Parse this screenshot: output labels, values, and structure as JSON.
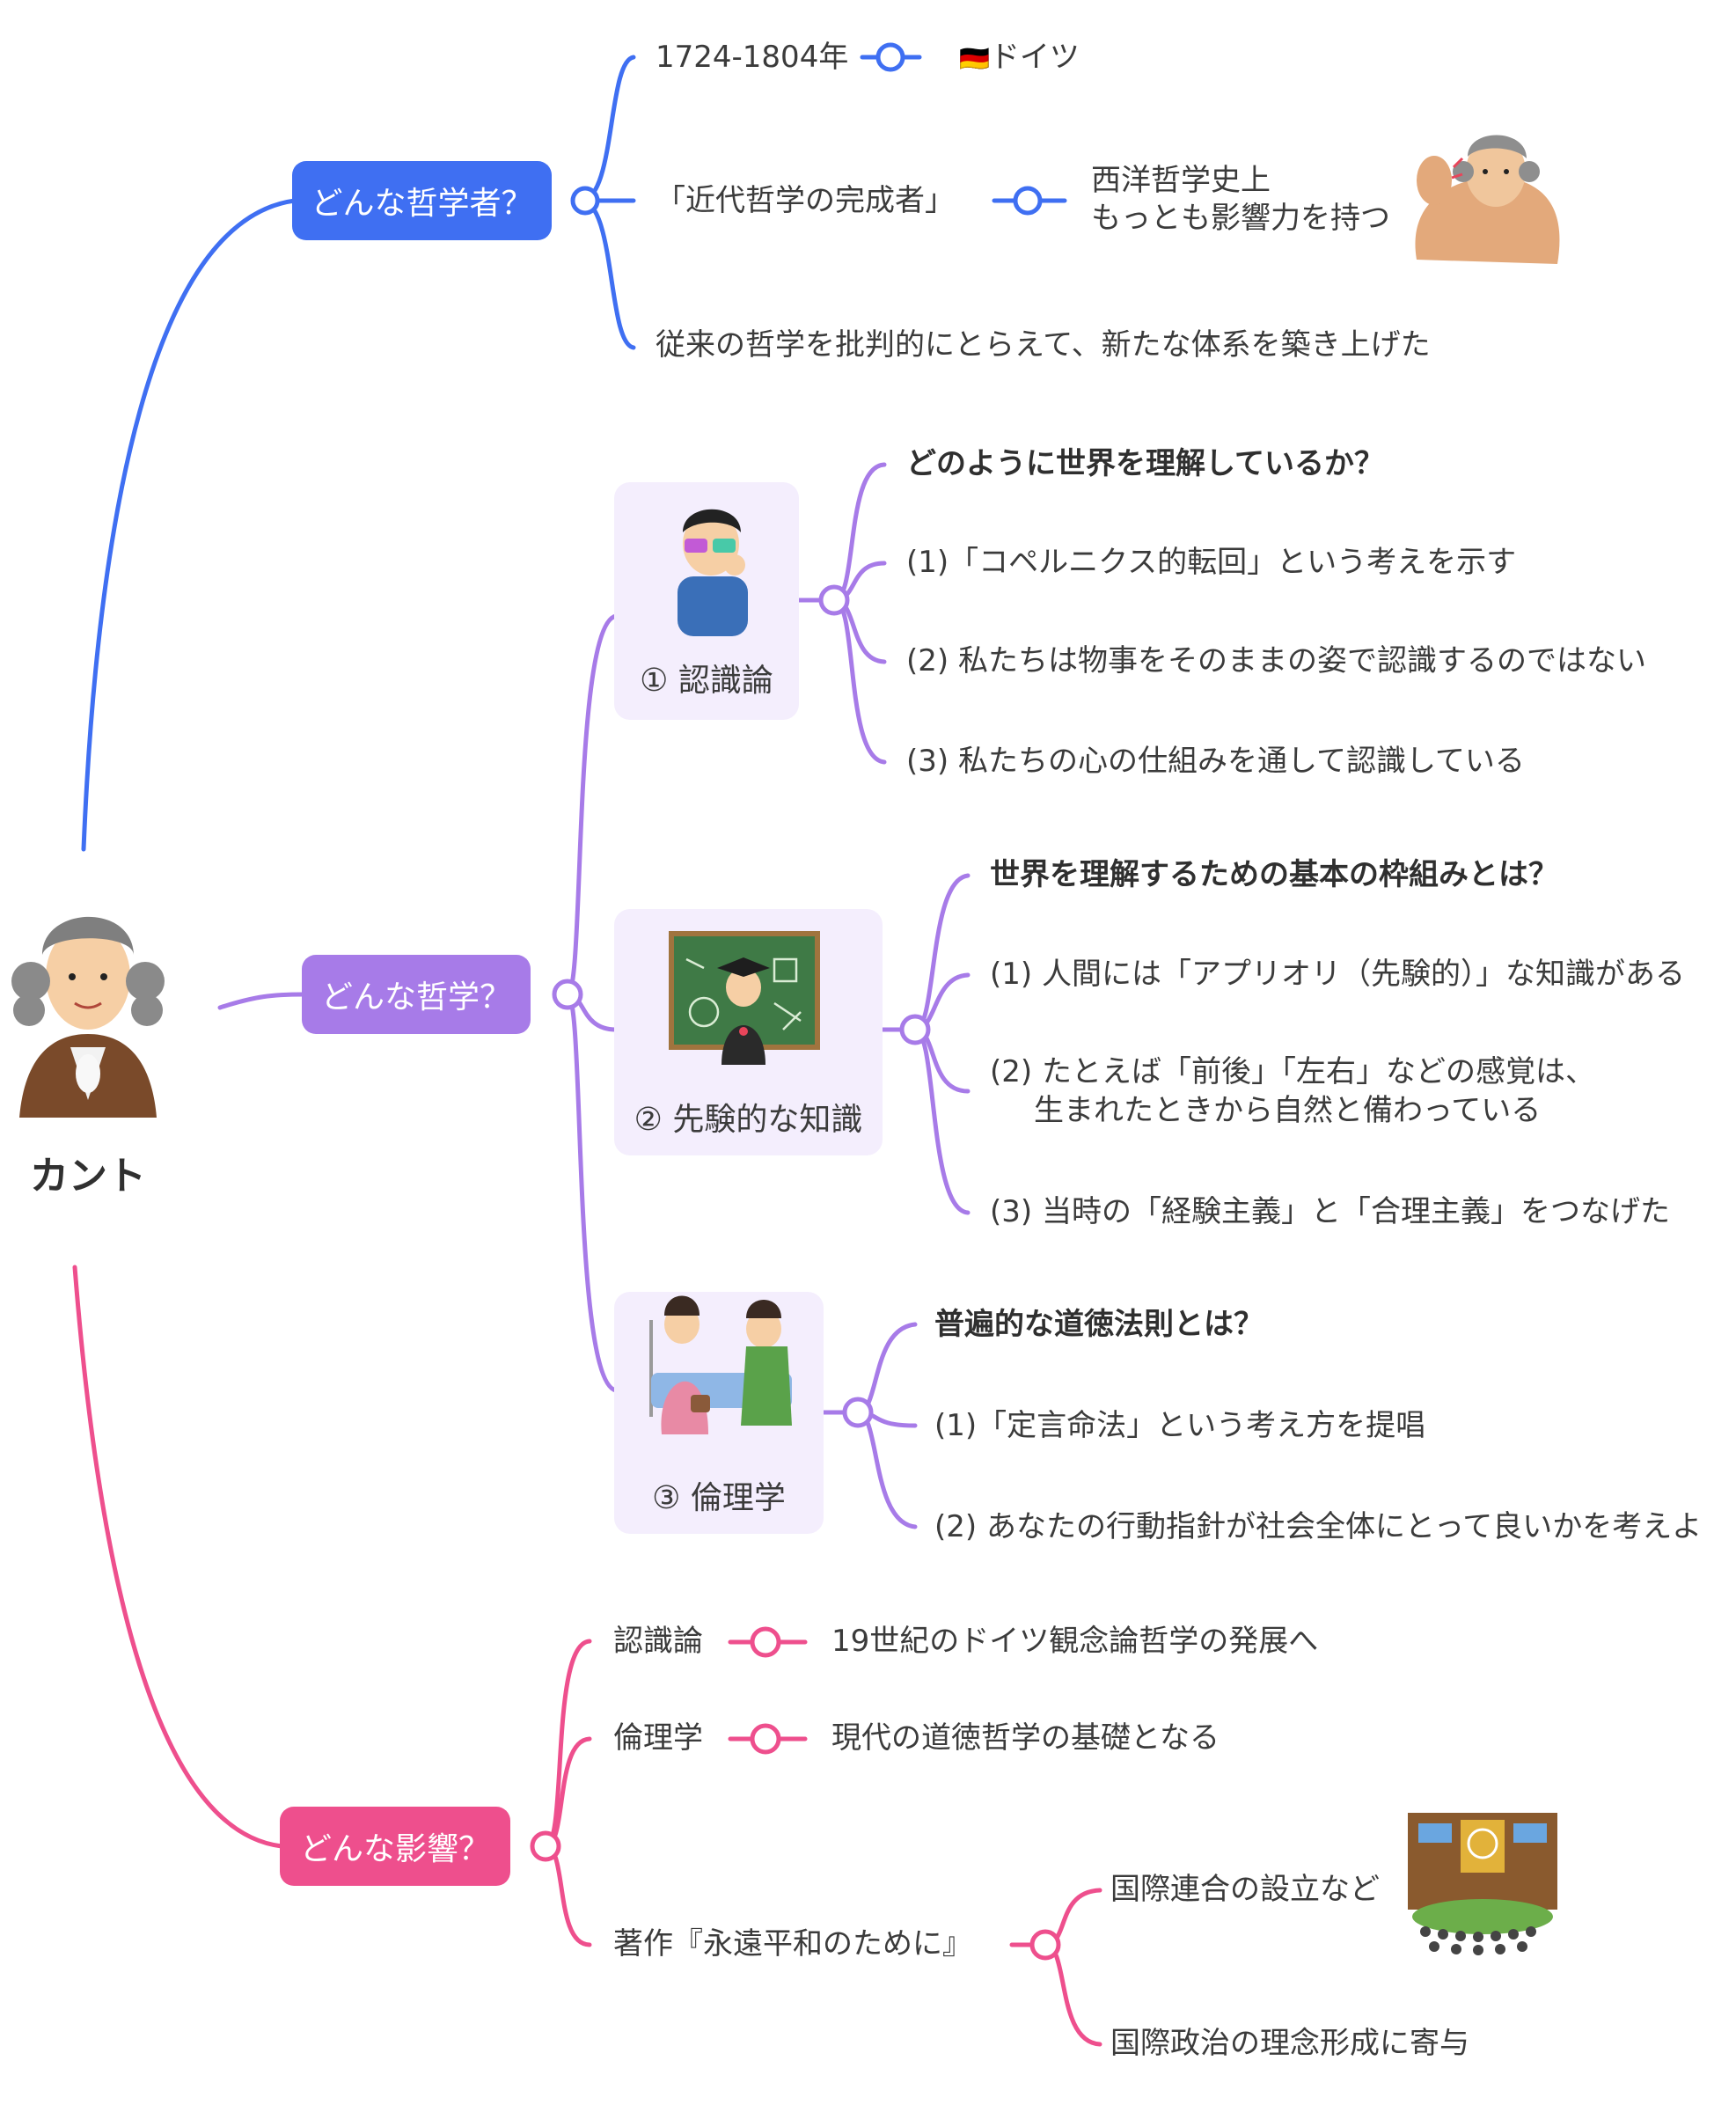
{
  "root": {
    "name": "カント"
  },
  "colors": {
    "blue": "#3f6ff2",
    "purple": "#a77be8",
    "pink": "#ee4f8d"
  },
  "branch1": {
    "label": "どんな哲学者？",
    "years": "1724-1804年",
    "country_flag": "🇩🇪",
    "country": "ドイツ",
    "title": "「近代哲学の完成者」",
    "influence_line1": "西洋哲学史上",
    "influence_line2": "もっとも影響力を持つ",
    "achievement": "従来の哲学を批判的にとらえて、新たな体系を築き上げた"
  },
  "branch2": {
    "label": "どんな哲学？",
    "card1": {
      "label": "① 認識論",
      "heading": "どのように世界を理解しているか？",
      "items": [
        "(1)「コペルニクス的転回」という考えを示す",
        "(2) 私たちは物事をそのままの姿で認識するのではない",
        "(3) 私たちの心の仕組みを通して認識している"
      ]
    },
    "card2": {
      "label": "② 先験的な知識",
      "heading": "世界を理解するための基本の枠組みとは？",
      "items": [
        "(1) 人間には「アプリオリ（先験的）」な知識がある",
        "(2) たとえば「前後」「左右」などの感覚は、",
        "生まれたときから自然と備わっている",
        "(3) 当時の「経験主義」と「合理主義」をつなげた"
      ]
    },
    "card3": {
      "label": "③ 倫理学",
      "heading": "普遍的な道徳法則とは？",
      "items": [
        "(1)「定言命法」という考え方を提唱",
        "(2) あなたの行動指針が社会全体にとって良いかを考えよ"
      ]
    }
  },
  "branch3": {
    "label": "どんな影響？",
    "ninshiki": "認識論",
    "ninshiki_effect": "19世紀のドイツ観念論哲学の発展へ",
    "rinri": "倫理学",
    "rinri_effect": "現代の道徳哲学の基礎となる",
    "book": "著作『永遠平和のために』",
    "book_effect1": "国際連合の設立など",
    "book_effect2": "国際政治の理念形成に寄与"
  }
}
